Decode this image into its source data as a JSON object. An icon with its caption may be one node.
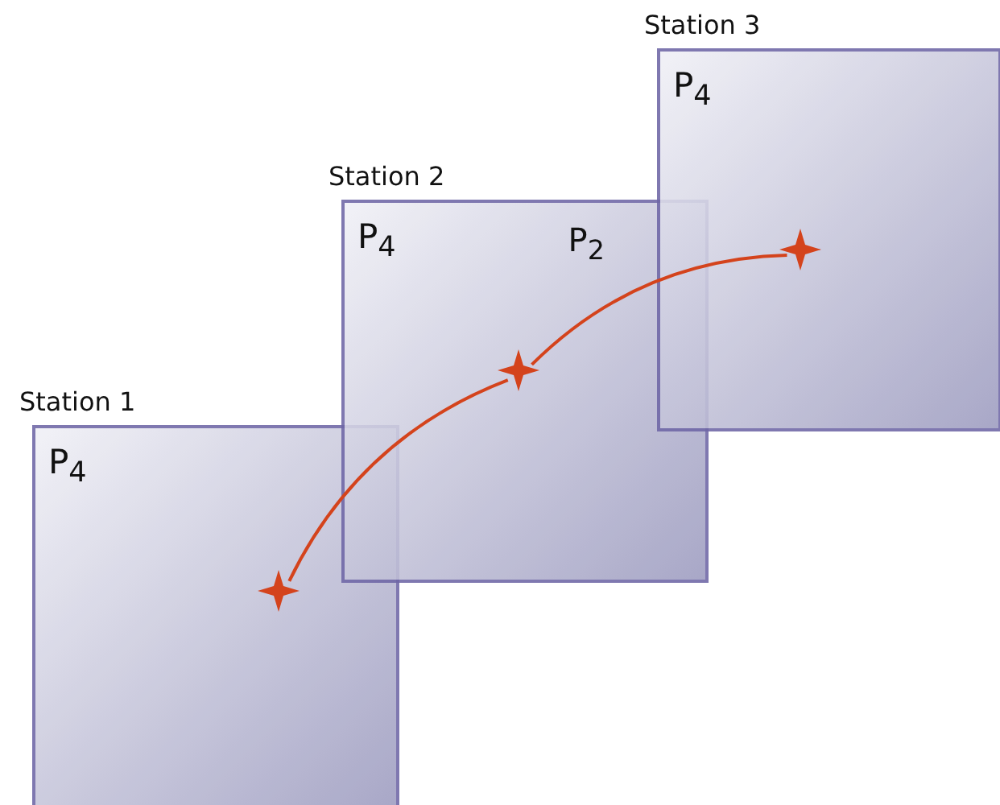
{
  "diagram": {
    "nodes": [
      {
        "text": [
          "Station 1",
          "P$_{4}$"
        ]
      },
      {
        "text": [
          "Station 2",
          "P$_{4}$"
        ]
      },
      {
        "text": [
          "Station 3",
          "P$_{4}$"
        ]
      },
      {
        "text": [],
        "shape": "star",
        "in": 0
      },
      {
        "text": [],
        "shape": "star",
        "in": 1
      },
      {
        "text": [],
        "shape": "star",
        "in": 2
      }
    ],
    "edges": [
      {
        "from": 3,
        "to": 4,
        "arrow": "none"
      },
      {
        "from": 4,
        "to": 5,
        "arrow": "none",
        "label": "P$_{2}$"
      }
    ]
  }
}
